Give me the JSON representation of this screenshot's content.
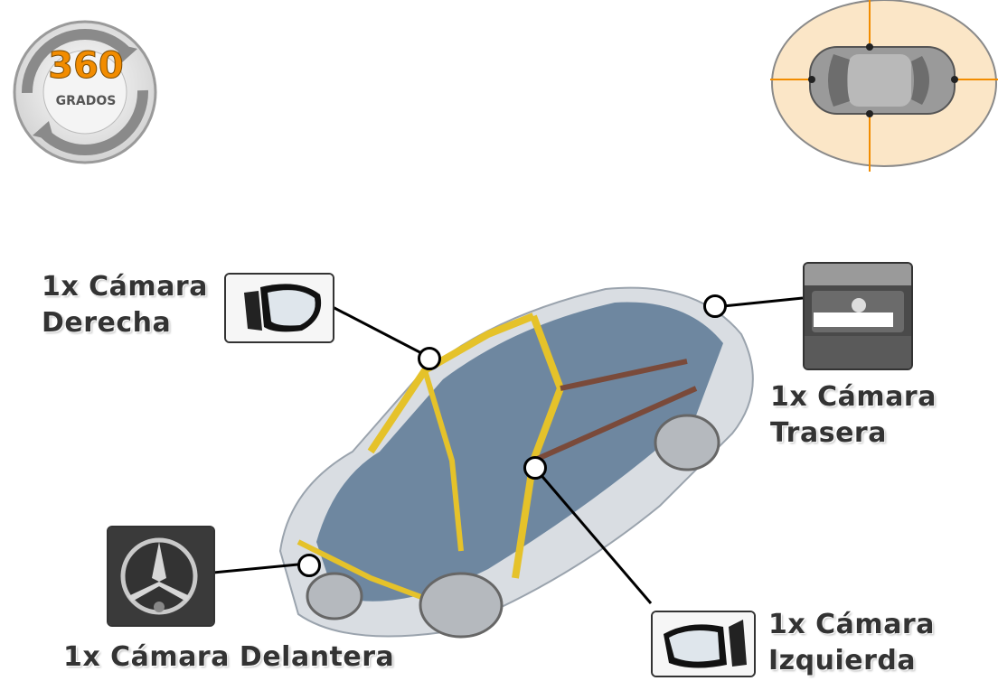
{
  "badge": {
    "number": "360",
    "word": "GRADOS"
  },
  "labels": {
    "right": [
      "1x Cámara",
      "Derecha"
    ],
    "rear": [
      "1x Cámara",
      "Trasera"
    ],
    "front": [
      "1x Cámara Delantera"
    ],
    "left": [
      "1x Cámara",
      "Izquierda"
    ]
  },
  "icons": {
    "badge": "rotate-360-icon",
    "topview": "car-top-view-icon",
    "mirror": "side-mirror-icon",
    "rearcam": "rear-license-plate-icon",
    "frontcam": "front-grille-star-icon"
  },
  "colors": {
    "accent_orange": "#f28c00",
    "topview_bg": "#fbe6c7",
    "frame_blue": "#5b7894",
    "yellow_reinforcement": "#e5c22a",
    "text": "#333333"
  }
}
